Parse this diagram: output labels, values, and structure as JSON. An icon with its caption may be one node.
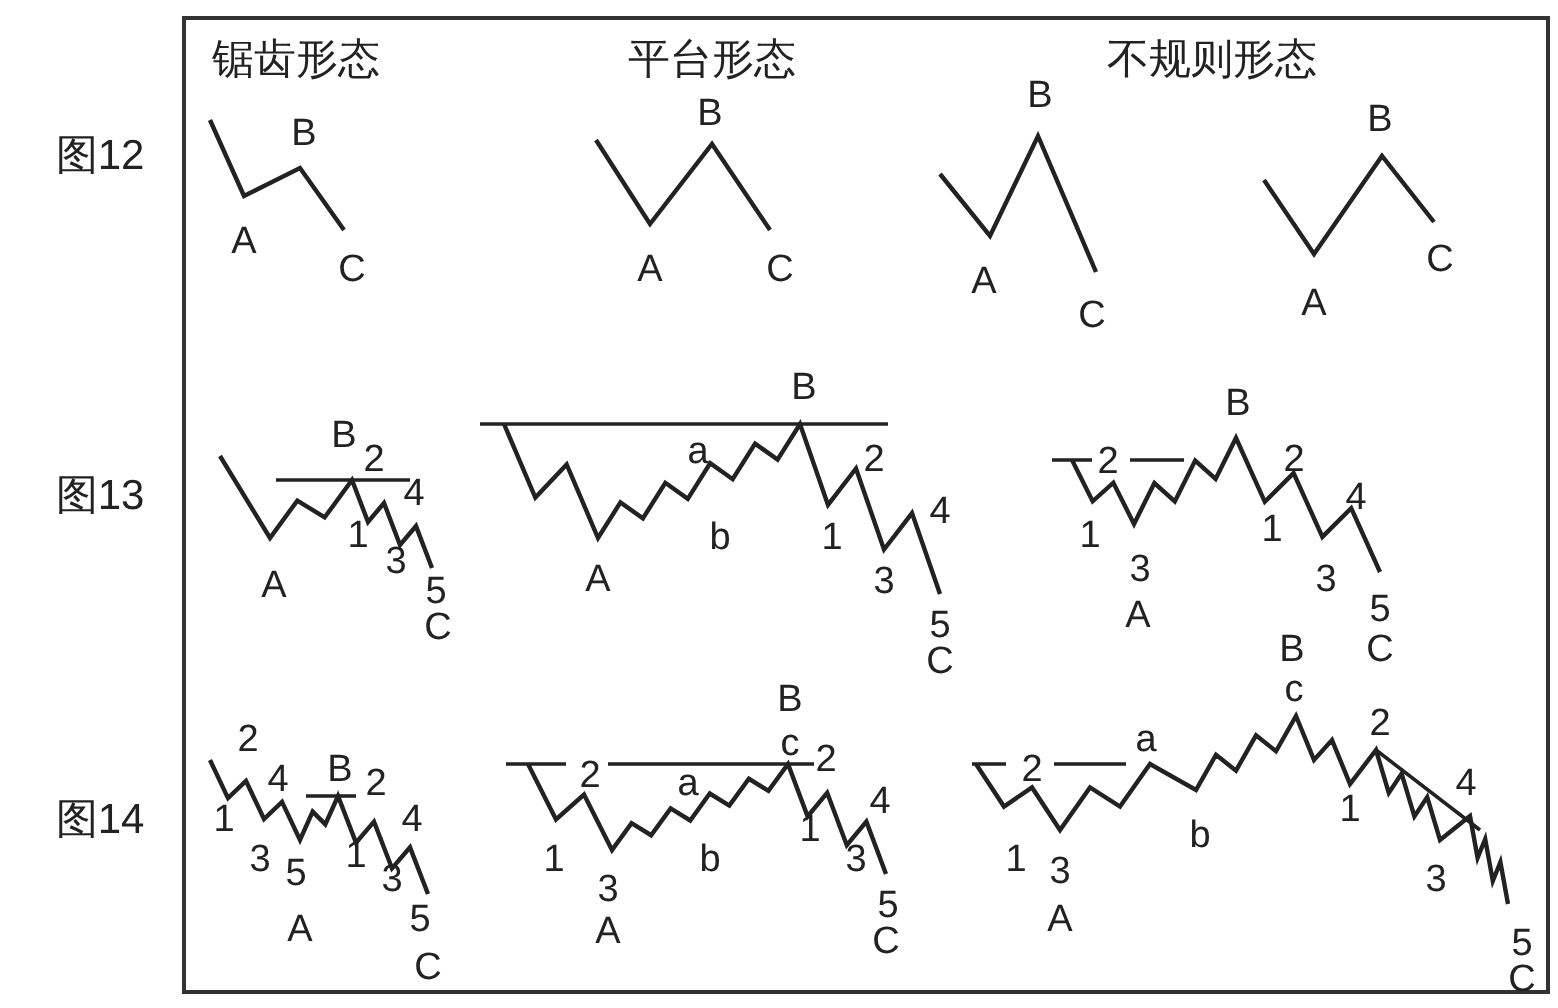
{
  "diagram": {
    "labels": [
      "锯齿形态",
      "平台形态",
      "不规则形态",
      "图12",
      "B",
      "A",
      "C",
      "B",
      "A",
      "C",
      "B",
      "A",
      "C",
      "B",
      "A",
      "C",
      "图13",
      "B",
      "2",
      "4",
      "1",
      "A",
      "3",
      "5",
      "C",
      "B",
      "a",
      "2",
      "4",
      "b",
      "1",
      "A",
      "3",
      "5",
      "C",
      "B",
      "2",
      "2",
      "4",
      "1",
      "1",
      "3",
      "3",
      "A",
      "5",
      "C",
      "图14",
      "2",
      "4",
      "B",
      "2",
      "1",
      "4",
      "3",
      "5",
      "1",
      "3",
      "A",
      "5",
      "C",
      "B",
      "c",
      "2",
      "a",
      "2",
      "4",
      "1",
      "b",
      "1",
      "3",
      "3",
      "A",
      "5",
      "C",
      "B",
      "c",
      "2",
      "a",
      "2",
      "4",
      "1",
      "b",
      "1",
      "3",
      "3",
      "A",
      "5",
      "C"
    ]
  }
}
